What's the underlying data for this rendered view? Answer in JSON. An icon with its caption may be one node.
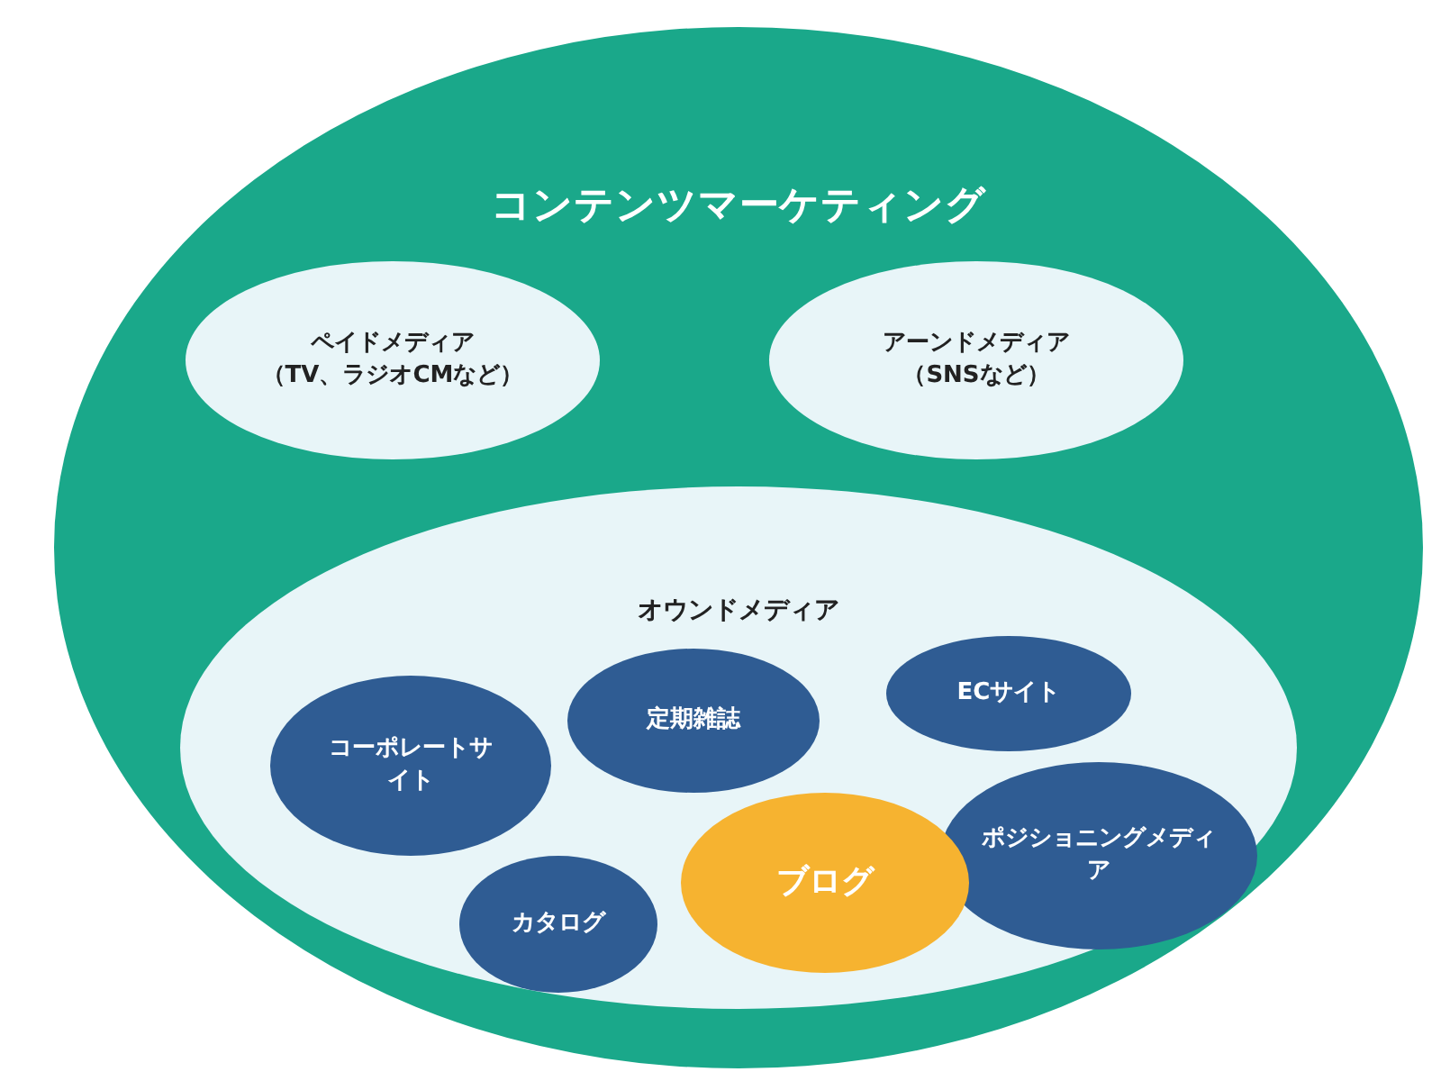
{
  "diagram": {
    "nodes": [
      {
        "text": [
          "コンテンツマーケティング"
        ]
      },
      {
        "text": [
          "ペイドメディア",
          "（TV、ラジオCMなど）"
        ],
        "in": 0
      },
      {
        "text": [
          "アーンドメディア",
          "（SNSなど）"
        ],
        "in": 0
      },
      {
        "text": [
          "オウンドメディア"
        ],
        "in": 0
      },
      {
        "text": [
          "ECサイト"
        ],
        "in": 3
      },
      {
        "text": [
          "定期雑誌"
        ],
        "in": 3
      },
      {
        "text": [
          "コーポレートサイト"
        ],
        "in": 3
      },
      {
        "text": [
          "ポジショニングメディア"
        ],
        "in": 3
      },
      {
        "text": [
          "ブログ"
        ],
        "in": 3
      },
      {
        "text": [
          "カタログ"
        ],
        "in": 3
      }
    ]
  }
}
